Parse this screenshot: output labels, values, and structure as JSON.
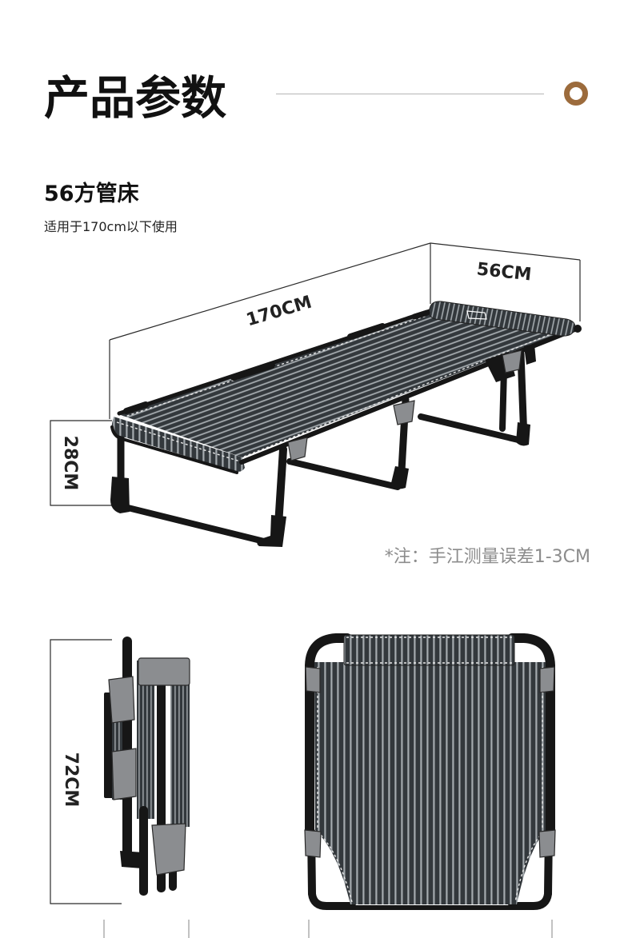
{
  "header": {
    "title": "产品参数",
    "decor_icon": "ring-icon",
    "accent_color": "#9c6b3c"
  },
  "product": {
    "name": "56方管床",
    "usage": "适用于170cm以下使用"
  },
  "dimensions": {
    "length": "170CM",
    "width": "56CM",
    "height": "28CM",
    "folded_height": "72CM"
  },
  "note": "*注：手江测量误差1-3CM",
  "colors": {
    "fabric_dark": "#33383c",
    "fabric_light": "#a4aaae",
    "frame": "#161616"
  }
}
